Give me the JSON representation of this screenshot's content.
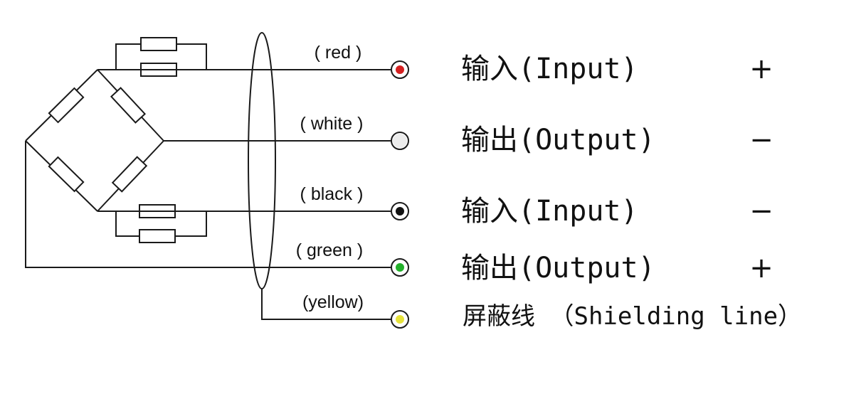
{
  "connections": [
    {
      "wire_label": "( red )",
      "color": "#d42020",
      "label": "输入(Input)",
      "sign": "+"
    },
    {
      "wire_label": "( white )",
      "color": "#ececec",
      "label": "输出(Output)",
      "sign": "−"
    },
    {
      "wire_label": "( black )",
      "color": "#111111",
      "label": "输入(Input)",
      "sign": "−"
    },
    {
      "wire_label": "( green )",
      "color": "#22b02a",
      "label": "输出(Output)",
      "sign": "+"
    },
    {
      "wire_label": "(yellow)",
      "color": "#e6e23a",
      "label": "屏蔽线 （Shielding line）",
      "sign": ""
    }
  ]
}
